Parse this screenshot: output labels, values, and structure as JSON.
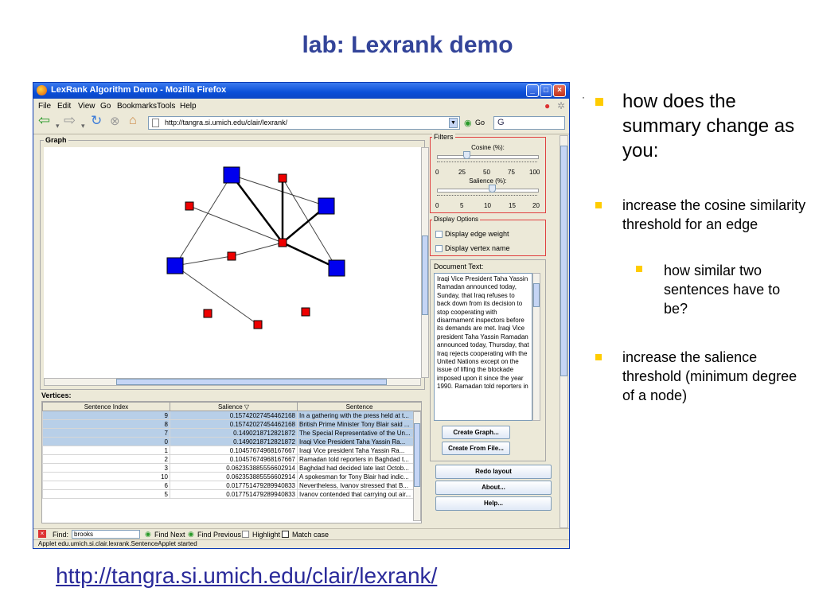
{
  "slide": {
    "title": "lab: Lexrank demo",
    "link": "http://tangra.si.umich.edu/clair/lexrank/"
  },
  "browser": {
    "window_title": "LexRank Algorithm Demo - Mozilla Firefox",
    "menu": [
      "File",
      "Edit",
      "View",
      "Go",
      "Bookmarks",
      "Tools",
      "Help"
    ],
    "url": "http://tangra.si.umich.edu/clair/lexrank/",
    "go_label": "Go",
    "search_text": "G",
    "find_label": "Find:",
    "find_value": "brooks",
    "find_next": "Find Next",
    "find_previous": "Find Previous",
    "highlight": "Highlight",
    "match_case": "Match case",
    "status": "Applet edu.umich.si.clair.lexrank.SentenceApplet started"
  },
  "applet": {
    "graph_label": "Graph",
    "vertices_label": "Vertices:",
    "columns": [
      "Sentence Index",
      "Salience ▽",
      "Sentence"
    ],
    "rows": [
      {
        "index": "9",
        "salience": "0.15742027454462168",
        "sentence": "In a gathering with the press held at t..."
      },
      {
        "index": "8",
        "salience": "0.15742027454462168",
        "sentence": "British Prime Minister Tony Blair said ..."
      },
      {
        "index": "7",
        "salience": "0.1490218712821872",
        "sentence": "The Special Representative of the Un..."
      },
      {
        "index": "0",
        "salience": "0.1490218712821872",
        "sentence": "Iraqi Vice President Taha Yassin Ra..."
      },
      {
        "index": "1",
        "salience": "0.10457674968167667",
        "sentence": "Iraqi Vice president Taha Yassin Ra..."
      },
      {
        "index": "2",
        "salience": "0.10457674968167667",
        "sentence": "Ramadan told reporters in Baghdad t..."
      },
      {
        "index": "3",
        "salience": "0.062353885556602914",
        "sentence": "Baghdad had decided late last Octob..."
      },
      {
        "index": "10",
        "salience": "0.062353885556602914",
        "sentence": "A spokesman for Tony Blair had indic..."
      },
      {
        "index": "6",
        "salience": "0.017751479289940833",
        "sentence": "Nevertheless, Ivanov stressed that B..."
      },
      {
        "index": "5",
        "salience": "0.017751479289940833",
        "sentence": "Ivanov contended that carrying out air..."
      }
    ],
    "filters_label": "Filters",
    "cosine_label": "Cosine (%):",
    "cosine_ticks": [
      "0",
      "25",
      "50",
      "75",
      "100"
    ],
    "cosine_value_fraction": 0.3,
    "salience_label": "Salience (%):",
    "salience_ticks": [
      "0",
      "5",
      "10",
      "15",
      "20"
    ],
    "salience_value_fraction": 0.55,
    "display_options_label": "Display Options",
    "show_edge_weight": "Display edge weight",
    "show_vertex_name": "Display vertex name",
    "document_label": "Document Text:",
    "document_text": "Iraqi Vice President Taha Yassin Ramadan announced today, Sunday, that Iraq refuses to back down from its decision to stop cooperating with disarmament inspectors before its demands are met. Iraqi Vice president Taha Yassin Ramadan announced today, Thursday, that Iraq rejects cooperating with the United Nations except on the issue of lifting the blockade imposed upon it since the year 1990. Ramadan told reporters in",
    "create_graph": "Create Graph...",
    "create_from_file": "Create From File...",
    "redo_layout": "Redo layout",
    "about": "About...",
    "help": "Help..."
  },
  "bullets": {
    "b1": "how does the summary change as you:",
    "b2": "increase the cosine similarity threshold for an edge",
    "b2a": "how similar two sentences have to be?",
    "b3": "increase the salience threshold (minimum degree of a node)"
  },
  "colors": {
    "title": "#334499",
    "bullet": "#ffcc00",
    "node_big": "#0000ee",
    "node_small": "#ee0000",
    "selected_row": "#b8cfe8"
  }
}
